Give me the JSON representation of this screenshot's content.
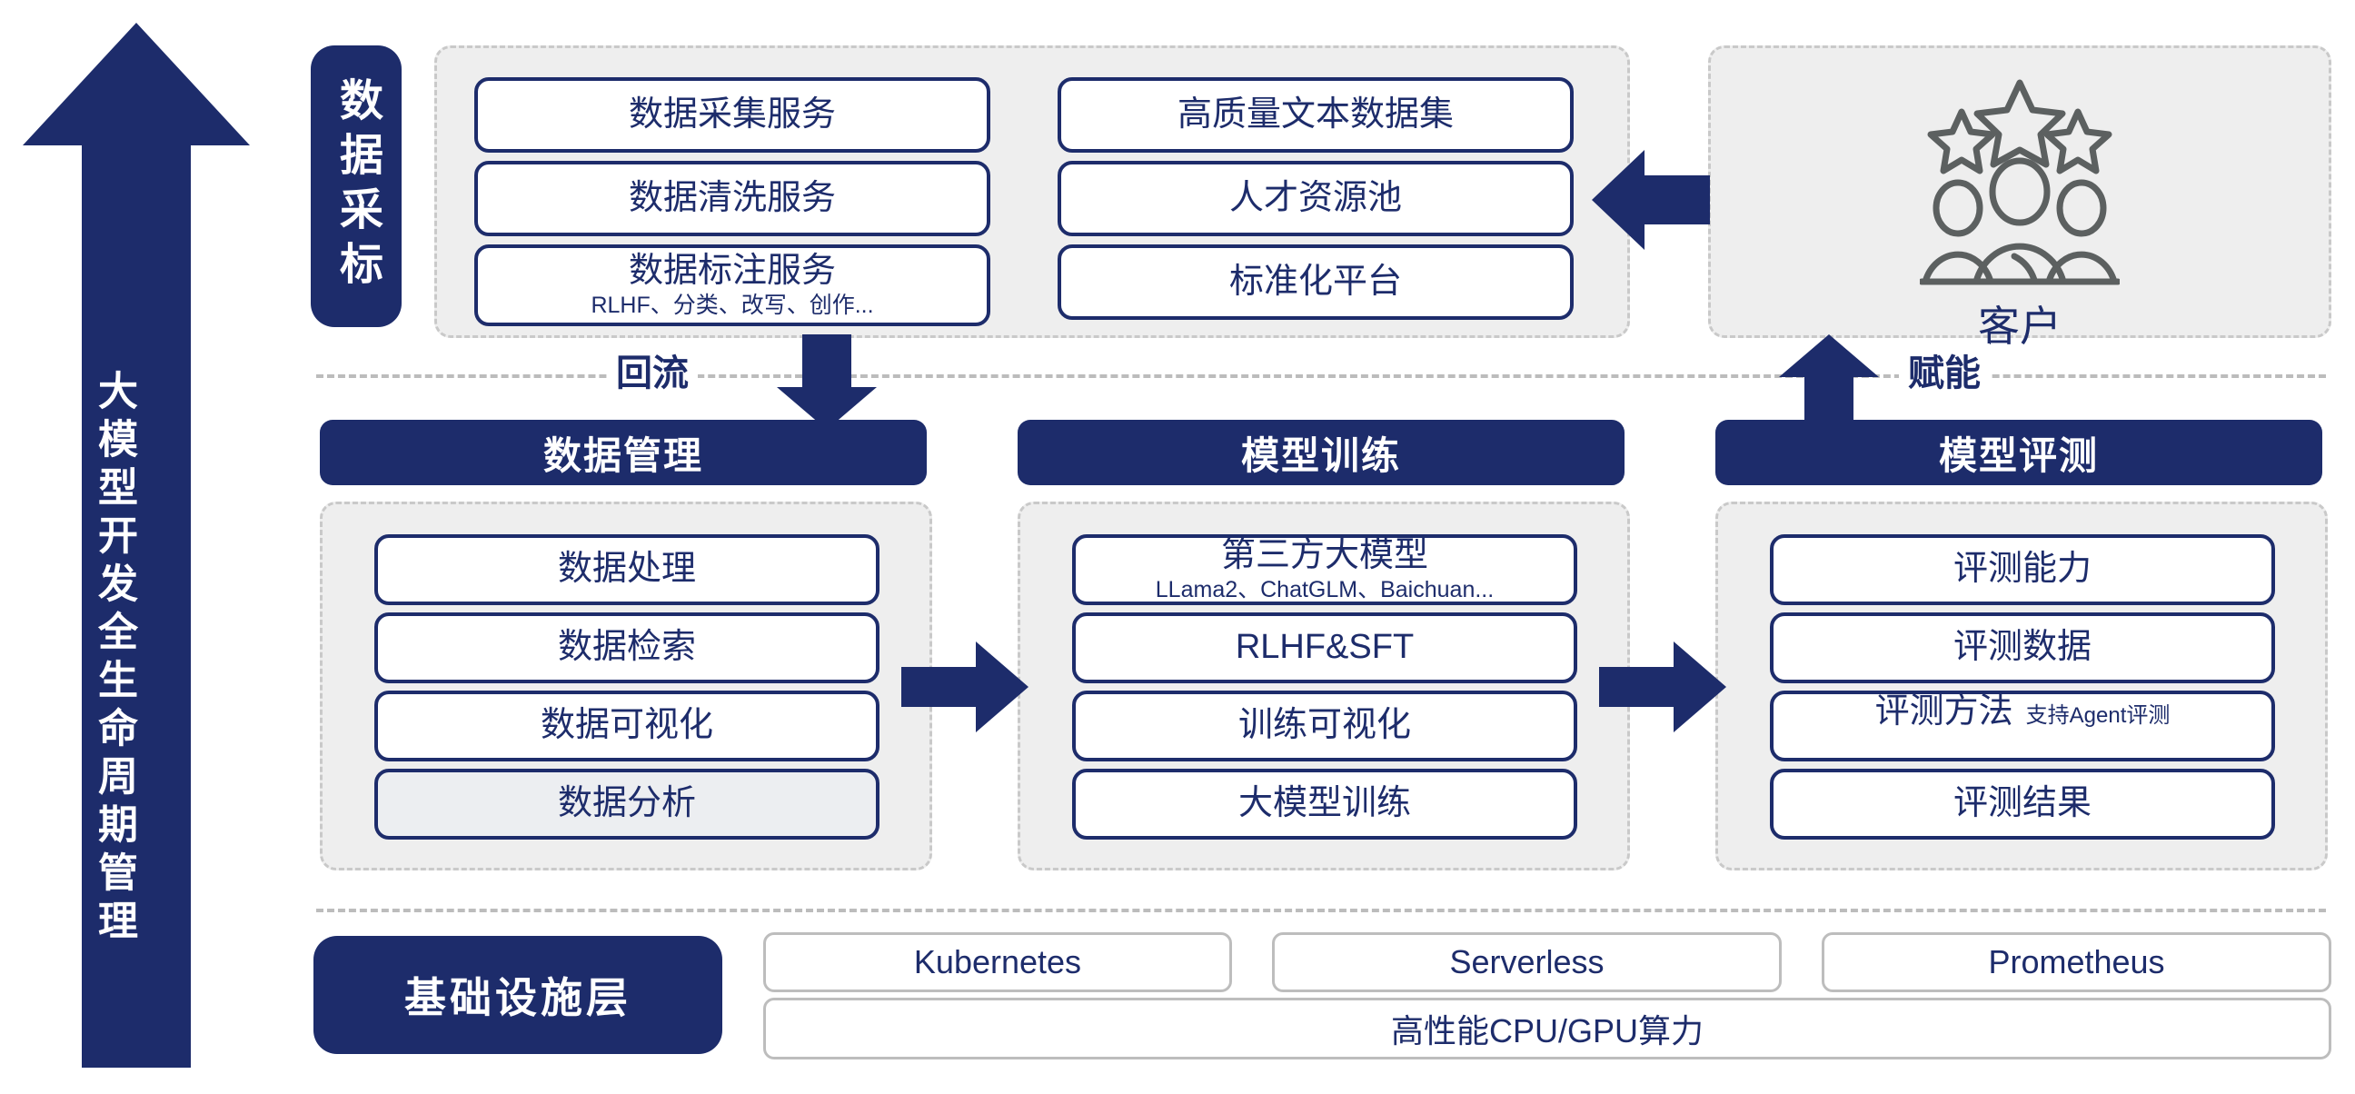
{
  "colors": {
    "navy": "#1d2c6b",
    "panel_bg": "#eeeeee",
    "panel_border": "#c9c9c9",
    "grey_border": "#bdbdbd",
    "icon_grey": "#5c6060"
  },
  "left_banner": {
    "label": "大模型开发全生命周期管理"
  },
  "stage_label": {
    "label": "数据采标"
  },
  "collection_panel": {
    "left_column": [
      {
        "title": "数据采集服务",
        "subtitle": ""
      },
      {
        "title": "数据清洗服务",
        "subtitle": ""
      },
      {
        "title": "数据标注服务",
        "subtitle": "RLHF、分类、改写、创作..."
      }
    ],
    "right_column": [
      {
        "title": "高质量文本数据集",
        "subtitle": ""
      },
      {
        "title": "人才资源池",
        "subtitle": ""
      },
      {
        "title": "标准化平台",
        "subtitle": ""
      }
    ]
  },
  "customer_panel": {
    "label": "客户",
    "icon": "customers-three-people-three-stars-icon"
  },
  "flow_labels": {
    "feedback": "回流",
    "empower": "赋能"
  },
  "columns": [
    {
      "header": "数据管理",
      "items": [
        {
          "title": "数据处理",
          "subtitle": "",
          "badge": "",
          "shaded": false
        },
        {
          "title": "数据检索",
          "subtitle": "",
          "badge": "",
          "shaded": false
        },
        {
          "title": "数据可视化",
          "subtitle": "",
          "badge": "",
          "shaded": false
        },
        {
          "title": "数据分析",
          "subtitle": "",
          "badge": "",
          "shaded": true
        }
      ]
    },
    {
      "header": "模型训练",
      "items": [
        {
          "title": "第三方大模型",
          "subtitle": "LLama2、ChatGLM、Baichuan...",
          "badge": "",
          "shaded": false
        },
        {
          "title": "RLHF&SFT",
          "subtitle": "",
          "badge": "",
          "shaded": false
        },
        {
          "title": "训练可视化",
          "subtitle": "",
          "badge": "",
          "shaded": false
        },
        {
          "title": "大模型训练",
          "subtitle": "",
          "badge": "",
          "shaded": false
        }
      ]
    },
    {
      "header": "模型评测",
      "items": [
        {
          "title": "评测能力",
          "subtitle": "",
          "badge": "",
          "shaded": false
        },
        {
          "title": "评测数据",
          "subtitle": "",
          "badge": "",
          "shaded": false
        },
        {
          "title": "评测方法",
          "subtitle": "",
          "badge": "支持Agent评测",
          "shaded": false
        },
        {
          "title": "评测结果",
          "subtitle": "",
          "badge": "",
          "shaded": false
        }
      ]
    }
  ],
  "infrastructure": {
    "label": "基础设施层",
    "items": [
      "Kubernetes",
      "Serverless",
      "Prometheus"
    ],
    "wide_item": "高性能CPU/GPU算力"
  }
}
